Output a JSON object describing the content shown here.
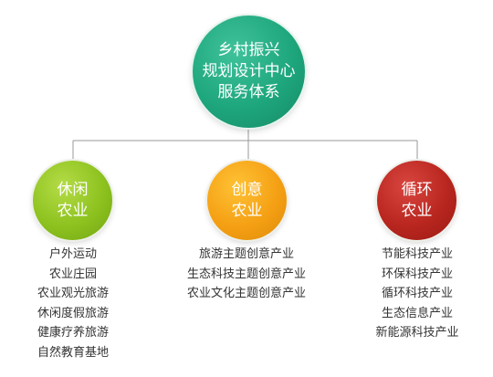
{
  "colors": {
    "root": "#1ea67c",
    "leisure": "#8dc21f",
    "creative": "#f5a014",
    "circular": "#b8261f",
    "connector": "#999999",
    "text": "#333333"
  },
  "root": {
    "lines": [
      "乡村振兴",
      "规划设计中心",
      "服务体系"
    ]
  },
  "branches": [
    {
      "title_lines": [
        "休闲",
        "农业"
      ],
      "items": [
        "户外运动",
        "农业庄园",
        "农业观光旅游",
        "休闲度假旅游",
        "健康疗养旅游",
        "自然教育基地"
      ]
    },
    {
      "title_lines": [
        "创意",
        "农业"
      ],
      "items": [
        "旅游主题创意产业",
        "生态科技主题创意产业",
        "农业文化主题创意产业"
      ]
    },
    {
      "title_lines": [
        "循环",
        "农业"
      ],
      "items": [
        "节能科技产业",
        "环保科技产业",
        "循环科技产业",
        "生态信息产业",
        "新能源科技产业"
      ]
    }
  ]
}
